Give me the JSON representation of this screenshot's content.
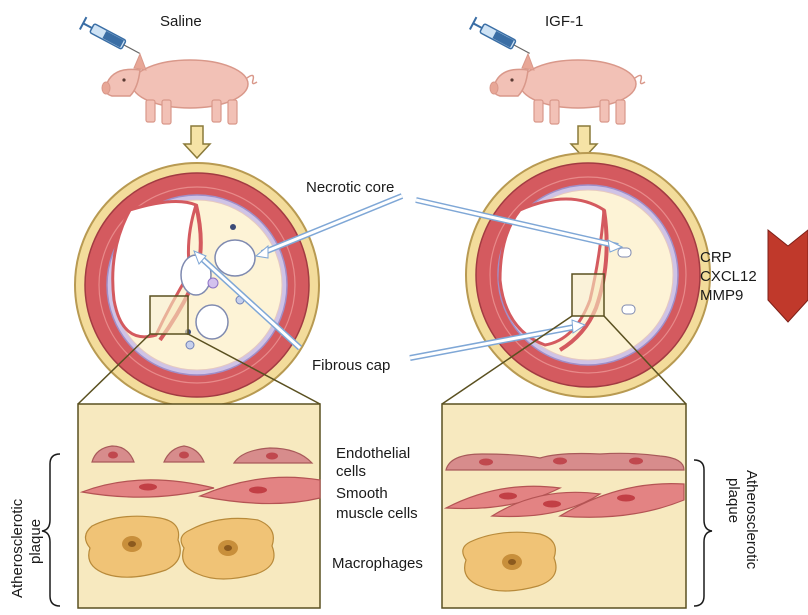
{
  "left_panel": {
    "treatment_label": "Saline"
  },
  "right_panel": {
    "treatment_label": "IGF-1"
  },
  "annotations": {
    "necrotic_core": "Necrotic core",
    "fibrous_cap": "Fibrous cap"
  },
  "markers": {
    "items": [
      "CRP",
      "CXCL12",
      "MMP9"
    ],
    "trend": "decrease",
    "arrow_color": "#c0392b"
  },
  "cell_labels": {
    "endothelial_line1": "Endothelial",
    "endothelial_line2": "cells",
    "smooth_line1": "Smooth",
    "smooth_line2": "muscle cells",
    "macrophages": "Macrophages"
  },
  "plaque_label": {
    "line1": "Atherosclerotic",
    "line2": "plaque"
  },
  "colors": {
    "vessel_adventitia": "#f3dc9b",
    "vessel_media": "#d45a5f",
    "intima_plaque": "#fdf3d6",
    "zoom_box": "#f7e9bf",
    "pig": "#f2c1b6",
    "syringe": "#3a6ea5"
  }
}
